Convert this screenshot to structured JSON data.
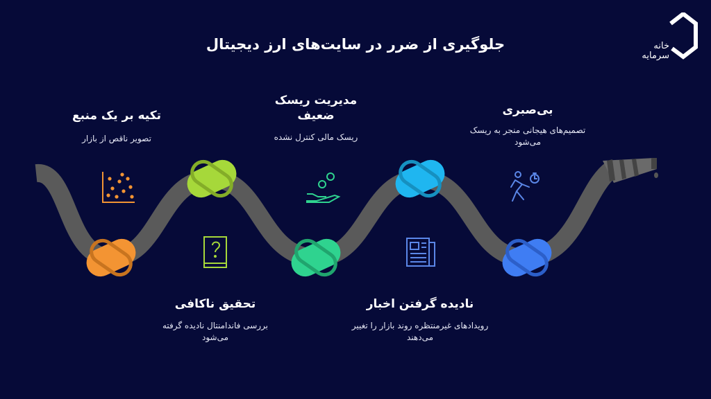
{
  "title": "جلوگیری از ضرر در سایت‌های ارز دیجیتال",
  "logo": {
    "line1": "خانه",
    "line2": "سرمایه"
  },
  "steps": [
    {
      "title": "بی‌صبری",
      "desc": "تصمیم‌های هیجانی منجر به ریسک می‌شود",
      "color": "#3f7df3",
      "icon": "running-person-stopwatch-icon"
    },
    {
      "title": "نادیده گرفتن اخبار",
      "desc": "رویدادهای غیرمنتظره روند بازار را تغییر می‌دهند",
      "color": "#1fb6f0",
      "icon": "newspaper-icon"
    },
    {
      "title": "مدیریت ریسک ضعیف",
      "desc": "ریسک مالی کنترل نشده",
      "color": "#2fd38f",
      "icon": "hand-coins-icon"
    },
    {
      "title": "تحقیق ناکافی",
      "desc": "بررسی فاندامنتال نادیده گرفته می‌شود",
      "color": "#a6d83a",
      "icon": "question-book-icon"
    },
    {
      "title": "تکیه بر یک منبع",
      "desc": "تصویر ناقص از بازار",
      "color": "#f39433",
      "icon": "scatter-plot-icon"
    }
  ],
  "colors": {
    "background": "#060a38",
    "pipe": "#5a5a5a",
    "icon": "#5b87e8",
    "icon_accent": "#e8a93a"
  }
}
